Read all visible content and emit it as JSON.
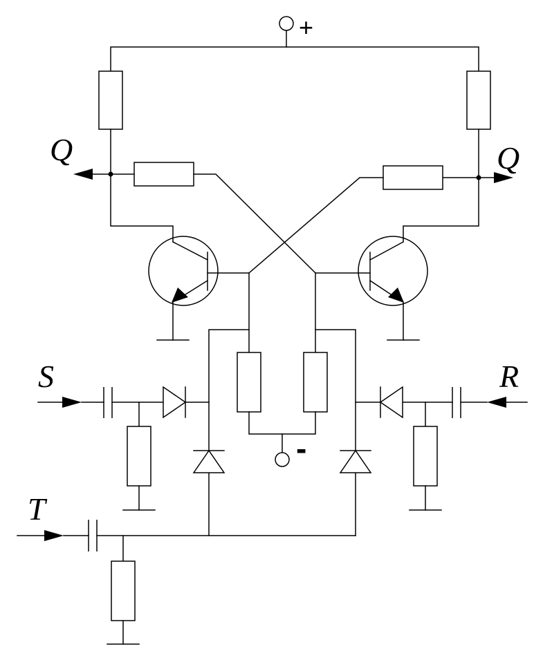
{
  "diagram": {
    "type": "circuit",
    "labels": {
      "supply_positive": "+",
      "supply_negative": "-",
      "output_left": "Q",
      "output_right": "Q",
      "set_input": "S",
      "reset_input": "R",
      "trigger_input": "T"
    }
  }
}
